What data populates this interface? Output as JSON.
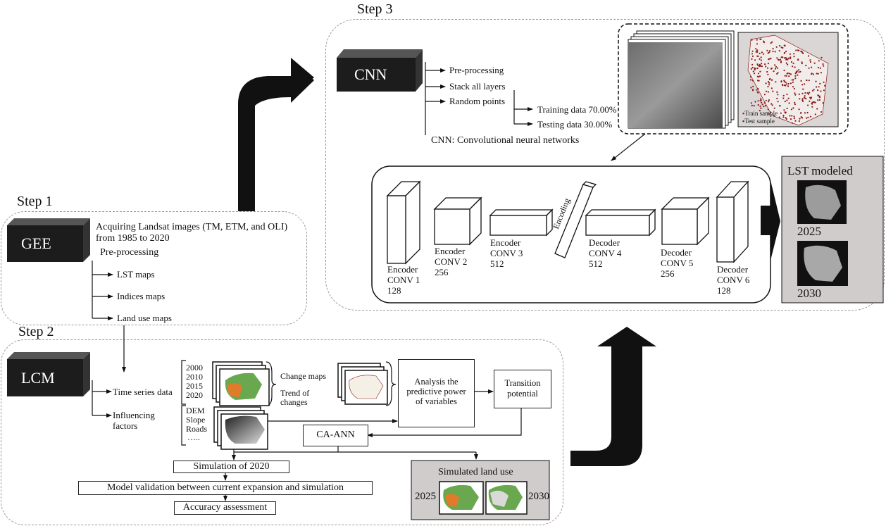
{
  "steps": {
    "step1": "Step 1",
    "step2": "Step 2",
    "step3": "Step 3"
  },
  "gee": {
    "label": "GEE",
    "line1": "Acquiring Landsat images (TM, ETM, and OLI)",
    "line2": "from 1985 to 2020",
    "preprocessing": "Pre-processing",
    "items": [
      "LST maps",
      "Indices maps",
      "Land use maps"
    ]
  },
  "lcm": {
    "label": "LCM",
    "time_series": "Time series data",
    "influencing": [
      "Influencing",
      "factors"
    ],
    "years": [
      "2000",
      "2010",
      "2015",
      "2020"
    ],
    "factors": [
      "DEM",
      "Slope",
      "Roads",
      "….."
    ],
    "change_maps": "Change maps",
    "trend": [
      "Trend of",
      "changes"
    ],
    "analysis": "Analysis the predictive power of variables",
    "transition": "Transition potential",
    "ca_ann": "CA-ANN",
    "simulation": "Simulation of 2020",
    "validation": "Model validation between current expansion and simulation",
    "accuracy": "Accuracy assessment",
    "simulated_title": "Simulated land use",
    "sim_years": [
      "2025",
      "2030"
    ]
  },
  "cnn": {
    "label": "CNN",
    "preprocessing": "Pre-processing",
    "stack": "Stack all layers",
    "random": "Random points",
    "training": "Training data 70.00%",
    "testing": "Testing data 30.00%",
    "definition": "CNN: Convolutional neural networks",
    "legend_train": "Train sample",
    "legend_test": "Test sample",
    "layers": [
      {
        "name": "Encoder",
        "conv": "CONV 1",
        "size": "128"
      },
      {
        "name": "Encoder",
        "conv": "CONV 2",
        "size": "256"
      },
      {
        "name": "Encoder",
        "conv": "CONV 3",
        "size": "512"
      },
      {
        "name": "Decoder",
        "conv": "CONV 4",
        "size": "512"
      },
      {
        "name": "Decoder",
        "conv": "CONV 5",
        "size": "256"
      },
      {
        "name": "Decoder",
        "conv": "CONV 6",
        "size": "128"
      }
    ],
    "encoding": "Encoding",
    "lst_title": "LST modeled",
    "lst_years": [
      "2025",
      "2030"
    ]
  },
  "colors": {
    "dark_box": "#1c1c1c",
    "panel_gray": "#cfcccb",
    "train_dot": "#8b1a1a",
    "landuse_green": "#6aa84f",
    "landuse_orange": "#e07b2c"
  }
}
